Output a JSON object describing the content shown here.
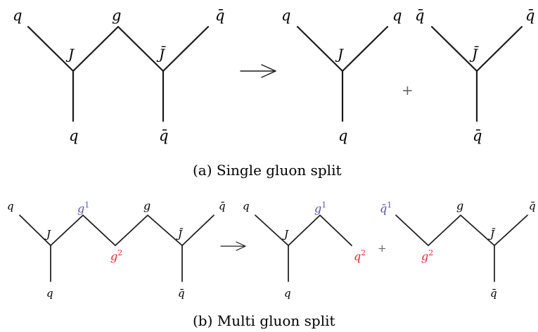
{
  "colors": {
    "ink": "#1a1a1a",
    "gluon1": "#5555aa",
    "gluon2": "#e0282e"
  },
  "top": {
    "left": {
      "q_top_left": "q",
      "g_top": "g",
      "qbar_top_right": "q̄",
      "J": "J",
      "Jbar": "J̄",
      "q_bottom": "q",
      "qbar_bottom": "q̄"
    },
    "right": {
      "q_left": "q",
      "q_right": "q",
      "J": "J",
      "q_bottom": "q",
      "qbar_left": "q̄",
      "qbar_right": "q̄",
      "Jbar": "J̄",
      "qbar_bottom": "q̄"
    },
    "plus": "+",
    "caption": "(a) Single gluon split"
  },
  "bottom": {
    "left": {
      "q_top_left": "q",
      "g1": "g",
      "g1_sup": "1",
      "g2": "g",
      "g2_sup": "2",
      "g_top": "g",
      "qbar_top_right": "q̄",
      "J": "J",
      "Jbar": "J̄",
      "q_bottom": "q",
      "qbar_bottom": "q̄"
    },
    "right": {
      "q_left": "q",
      "g1": "g",
      "g1_sup": "1",
      "J": "J",
      "q2": "q",
      "q2_sup": "2",
      "q_bottom": "q",
      "qbar1": "q̄",
      "qbar1_sup": "1",
      "g2": "g",
      "g2_sup": "2",
      "g_top": "g",
      "Jbar": "J̄",
      "qbar_right": "q̄",
      "qbar_bottom": "q̄"
    },
    "plus": "+",
    "caption": "(b) Multi gluon split"
  }
}
